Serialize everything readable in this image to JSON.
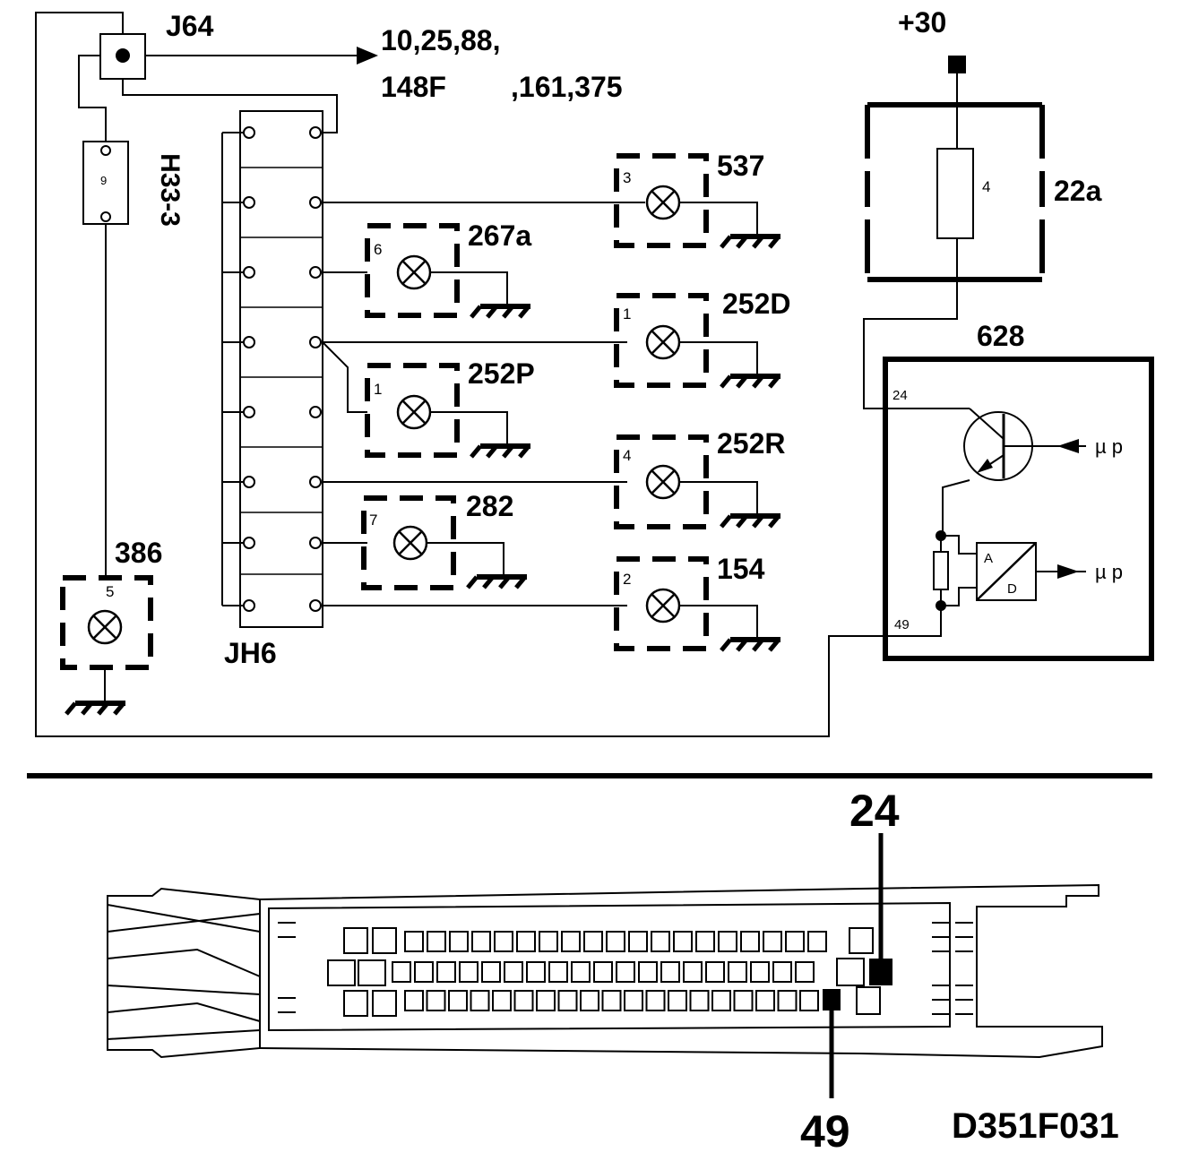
{
  "diagram": {
    "top_labels": {
      "j64": "J64",
      "refs_line1": "10,25,88,",
      "refs_line2a": "148F",
      "refs_line2b": ",161,375",
      "plus30": "+30",
      "fuse_box": "22a",
      "fuse_num": "4",
      "ecu": "628",
      "ecu_pin_24": "24",
      "ecu_pin_49": "49",
      "mu_p_1": "µ p",
      "mu_p_2": "µ p",
      "adc_a": "A",
      "adc_d": "D",
      "h33": "H33-3",
      "h33_pin": "9",
      "jh6": "JH6",
      "lamp386": "386",
      "lamp386_pin": "5"
    },
    "lamps": [
      {
        "id": "537",
        "pin": "3"
      },
      {
        "id": "267a",
        "pin": "6"
      },
      {
        "id": "252D",
        "pin": "1"
      },
      {
        "id": "252P",
        "pin": "1"
      },
      {
        "id": "252R",
        "pin": "4"
      },
      {
        "id": "282",
        "pin": "7"
      },
      {
        "id": "154",
        "pin": "2"
      }
    ],
    "connector": {
      "pin_top": "24",
      "pin_bottom": "49",
      "code": "D351F031"
    }
  }
}
